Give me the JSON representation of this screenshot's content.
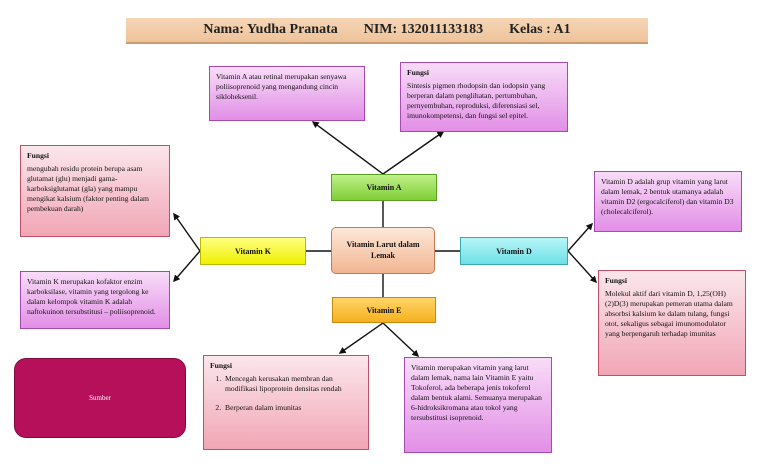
{
  "header": {
    "name": "Nama: Yudha Pranata",
    "nim": "NIM: 132011133183",
    "kelas": "Kelas : A1"
  },
  "nodes": {
    "center": "Vitamin Larut dalam Lemak",
    "vitamin_a": "Vitamin A",
    "vitamin_k": "Vitamin K",
    "vitamin_d": "Vitamin D",
    "vitamin_e": "Vitamin E"
  },
  "vitamin_a": {
    "definisi": "Vitamin A atau retinal merupakan senyawa poliisoprenoid yang mengandung cincin sikloheksenil.",
    "fungsi_title": "Fungsi",
    "fungsi": "Sintesis pigmen rhodopsin dan iodopsin yang berperan dalam penglihatan, pertumbuhan, pernyembuhan, reproduksi, diferensiasi sel, imunokompetensi, dan fungsi sel epitel."
  },
  "vitamin_k": {
    "fungsi_title": "Fungsi",
    "fungsi": "mengubah residu protein berupa asam glutamat (glu) menjadi gama-karboksiglutamat (gla) yang mampu mengikat kalsium (faktor penting dalam pembekuan darah)",
    "definisi": "Vitamin K merupakan kofaktor enzim karboksilase, vitamin yang tergolong ke dalam kelompok vitamin K adalah naftokuinon tersubstitusi – poliisoprenoid."
  },
  "vitamin_d": {
    "definisi": "Vitamin D adalah grup vitamin yang larut dalam lemak, 2 bentuk utamanya adalah vitamin D2 (ergocalciferol) dan vitamin D3 (cholecalciferol).",
    "fungsi_title": "Fungsi",
    "fungsi": "Molekul aktif dari vitamin D, 1,25(OH)(2)D(3) merupakan pemeran utama dalam absorbsi kalsium ke dalam tulang, fungsi otot, sekaligus sebagai imunomodulator yang berpengaruh terhadap imunitas"
  },
  "vitamin_e": {
    "fungsi_title": "Fungsi",
    "fungsi_items": [
      "Mencegah kerusakan membran dan modifikasi lipoprotein densitas rendah",
      "Berperan dalam imunitas"
    ],
    "definisi": "Vitamin merupakan vitamin yang larut dalam lemak, nama lain Vitamin E yaitu Tokoferol, ada beberapa jenis tokoferol dalam bentuk alami. Semuanya merupakan 6-hidroksikromana atau tokol yang tersubstitusi isoprenoid."
  },
  "sumber": "Sumber"
}
